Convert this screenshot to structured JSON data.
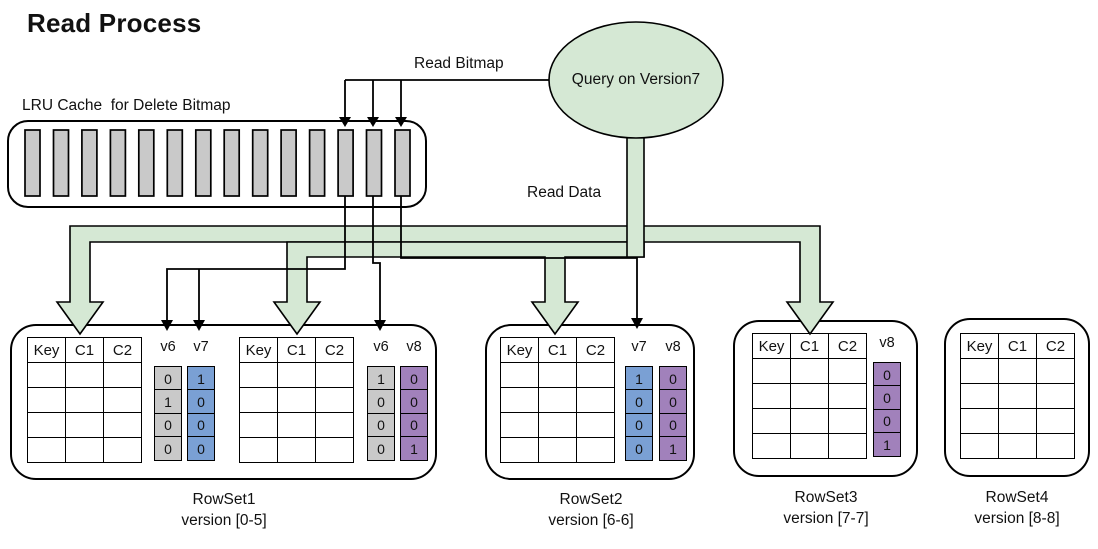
{
  "title": "Read Process",
  "colors": {
    "green": "#d5e8d4",
    "gray": "#c9c9c9",
    "blue": "#7aa0d4",
    "purple": "#a181bb",
    "line": "#000000"
  },
  "cache": {
    "label": "LRU Cache  for Delete Bitmap",
    "bar_count": 14
  },
  "query": {
    "label": "Query on Version7"
  },
  "edges": {
    "read_bitmap": "Read Bitmap",
    "read_data": "Read Data"
  },
  "rowsets": [
    {
      "name": "RowSet1",
      "version": "version [0-5]",
      "groups": [
        {
          "headers": [
            "Key",
            "C1",
            "C2"
          ],
          "data_rows": 4,
          "bitmaps": [
            {
              "label": "v6",
              "color": "gray",
              "values": [
                "0",
                "1",
                "0",
                "0"
              ]
            },
            {
              "label": "v7",
              "color": "blue",
              "values": [
                "1",
                "0",
                "0",
                "0"
              ]
            }
          ]
        },
        {
          "headers": [
            "Key",
            "C1",
            "C2"
          ],
          "data_rows": 4,
          "bitmaps": [
            {
              "label": "v6",
              "color": "gray",
              "values": [
                "1",
                "0",
                "0",
                "0"
              ]
            },
            {
              "label": "v8",
              "color": "purple",
              "values": [
                "0",
                "0",
                "0",
                "1"
              ]
            }
          ]
        }
      ]
    },
    {
      "name": "RowSet2",
      "version": "version [6-6]",
      "groups": [
        {
          "headers": [
            "Key",
            "C1",
            "C2"
          ],
          "data_rows": 4,
          "bitmaps": [
            {
              "label": "v7",
              "color": "blue",
              "values": [
                "1",
                "0",
                "0",
                "0"
              ]
            },
            {
              "label": "v8",
              "color": "purple",
              "values": [
                "0",
                "0",
                "0",
                "1"
              ]
            }
          ]
        }
      ]
    },
    {
      "name": "RowSet3",
      "version": "version [7-7]",
      "groups": [
        {
          "headers": [
            "Key",
            "C1",
            "C2"
          ],
          "data_rows": 4,
          "bitmaps": [
            {
              "label": "v8",
              "color": "purple",
              "values": [
                "0",
                "0",
                "0",
                "1"
              ]
            }
          ]
        }
      ]
    },
    {
      "name": "RowSet4",
      "version": "version [8-8]",
      "groups": [
        {
          "headers": [
            "Key",
            "C1",
            "C2"
          ],
          "data_rows": 4,
          "bitmaps": []
        }
      ]
    }
  ]
}
